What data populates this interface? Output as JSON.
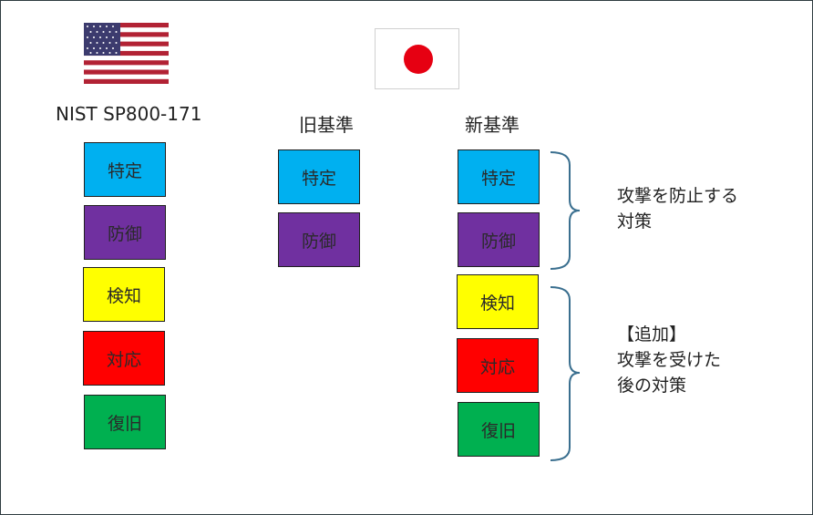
{
  "colors": {
    "identify": "#00b0f0",
    "protect": "#7030a0",
    "detect": "#ffff00",
    "respond": "#ff0000",
    "recover": "#00b050",
    "border": "#2f3b40",
    "brace": "#3a6f8f",
    "jp_sun": "#e60012"
  },
  "icons": {
    "us_flag": "us-flag-icon",
    "jp_flag": "japan-flag-icon"
  },
  "columns": {
    "nist": {
      "title": "NIST SP800-171",
      "boxes": [
        "特定",
        "防御",
        "検知",
        "対応",
        "復旧"
      ]
    },
    "old_standard": {
      "title": "旧基準",
      "boxes": [
        "特定",
        "防御"
      ]
    },
    "new_standard": {
      "title": "新基準",
      "boxes": [
        "特定",
        "防御",
        "検知",
        "対応",
        "復旧"
      ]
    }
  },
  "annotations": {
    "prevention": {
      "lines": [
        "攻撃を防止する",
        "対策"
      ]
    },
    "post_attack": {
      "lines": [
        "【追加】",
        "攻撃を受けた",
        "後の対策"
      ]
    }
  }
}
